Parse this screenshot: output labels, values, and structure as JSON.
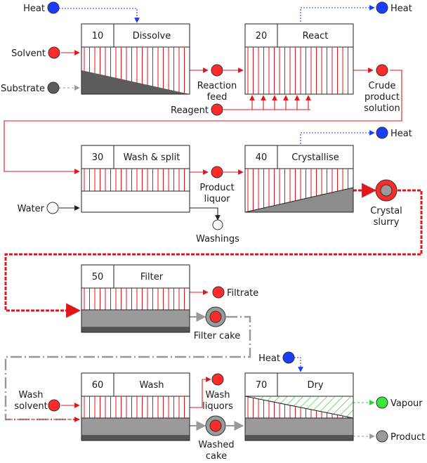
{
  "colors": {
    "red": "#ff2a2a",
    "red_line": "#e0161b",
    "blue": "#1a3cff",
    "green": "#39e639",
    "grey_dark": "#5c5c5c",
    "grey_solid": "#9a9a9a",
    "grey_mid": "#8c8c8c",
    "grey_line": "#a0a0a0",
    "dark_bar": "#555555",
    "white": "#ffffff"
  },
  "steps": [
    {
      "number": "10",
      "name": "Dissolve"
    },
    {
      "number": "20",
      "name": "React"
    },
    {
      "number": "30",
      "name": "Wash & split"
    },
    {
      "number": "40",
      "name": "Crystallise"
    },
    {
      "number": "50",
      "name": "Filter"
    },
    {
      "number": "60",
      "name": "Wash"
    },
    {
      "number": "70",
      "name": "Dry"
    }
  ],
  "streams": {
    "heat_10": [
      "Heat"
    ],
    "heat_20": [
      "Heat"
    ],
    "heat_40": [
      "Heat"
    ],
    "heat_70": [
      "Heat"
    ],
    "solvent": [
      "Solvent"
    ],
    "substrate": [
      "Substrate"
    ],
    "reaction_feed": [
      "Reaction",
      "feed"
    ],
    "reagent": [
      "Reagent"
    ],
    "crude_product": [
      "Crude",
      "product",
      "solution"
    ],
    "water": [
      "Water"
    ],
    "product_liquor": [
      "Product",
      "liquor"
    ],
    "washings": [
      "Washings"
    ],
    "crystal_slurry": [
      "Crystal",
      "slurry"
    ],
    "filtrate": [
      "Filtrate"
    ],
    "filter_cake": [
      "Filter cake"
    ],
    "wash_solvent": [
      "Wash",
      "solvent"
    ],
    "wash_liquors": [
      "Wash",
      "liquors"
    ],
    "washed_cake": [
      "Washed",
      "cake"
    ],
    "vapour": [
      "Vapour"
    ],
    "product": [
      "Product"
    ]
  }
}
